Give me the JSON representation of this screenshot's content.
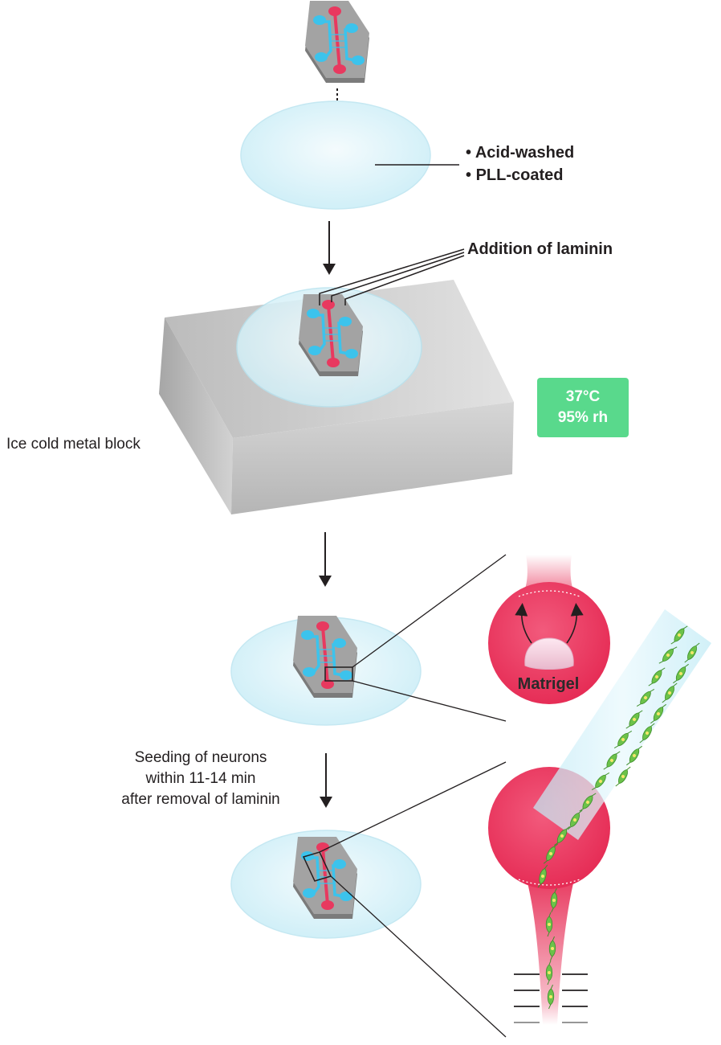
{
  "labels": {
    "coverslip_treatments": [
      "Acid-washed",
      "PLL-coated"
    ],
    "addition_step": "Addition of laminin",
    "block_label": "Ice cold metal block",
    "incubation": {
      "temperature": "37°C",
      "humidity": "95% rh"
    },
    "matrigel": "Matrigel",
    "seeding_step": [
      "Seeding of neurons",
      "within 11-14 min",
      "after removal of laminin"
    ]
  },
  "colors": {
    "channel_red": "#e8395f",
    "channel_cyan": "#3cc3ec",
    "chip_gray": "#9a9a9a",
    "block_gray": "#bdbdbd",
    "coverslip": "#d9f1f8",
    "incubator_green": "#59d98c",
    "neuron_green": "#6cc24a"
  },
  "icons": [
    "microfluidic-chip-icon",
    "coverslip-icon",
    "metal-block-icon",
    "pipette-icon",
    "neuron-cell-icon",
    "arrow-down-icon"
  ]
}
